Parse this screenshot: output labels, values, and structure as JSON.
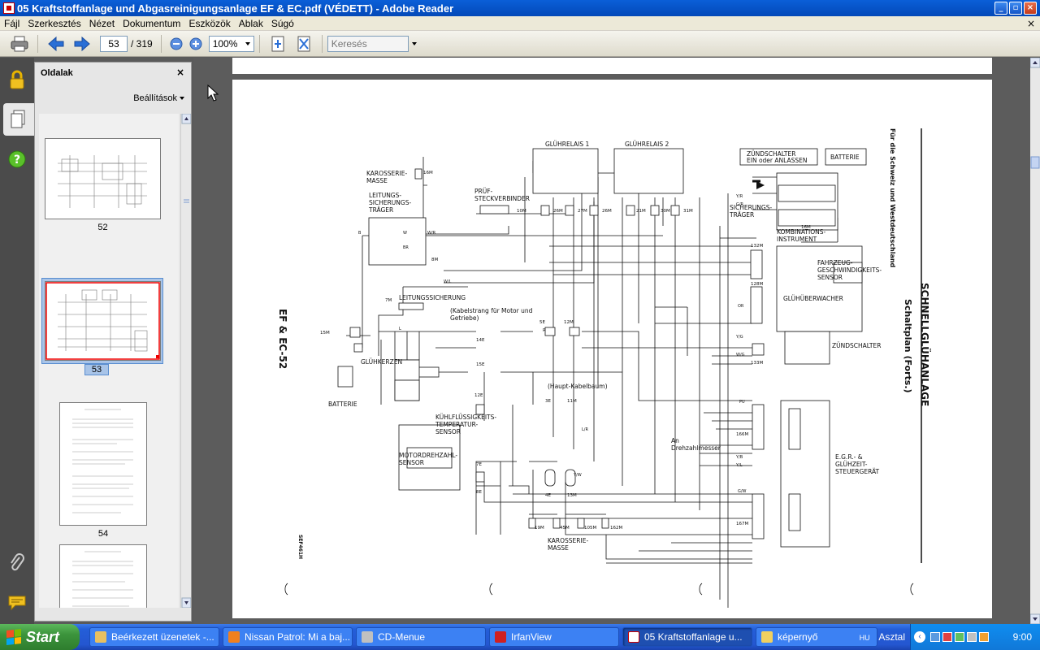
{
  "window": {
    "title": "05 Kraftstoffanlage und Abgasreinigungsanlage EF & EC.pdf (VÉDETT) - Adobe Reader",
    "minimize": "_",
    "restore": "▫",
    "close": "×"
  },
  "menu": {
    "items": [
      "Fájl",
      "Szerkesztés",
      "Nézet",
      "Dokumentum",
      "Eszközök",
      "Ablak",
      "Súgó"
    ],
    "close": "×"
  },
  "toolbar": {
    "current_page": "53",
    "total_pages": "/ 319",
    "zoom": "100%",
    "search_placeholder": "Keresés"
  },
  "pages_panel": {
    "title": "Oldalak",
    "close": "×",
    "settings": "Beállítások",
    "thumbnails": [
      {
        "label": "52",
        "selected": false
      },
      {
        "label": "53",
        "selected": true
      },
      {
        "label": "54",
        "selected": false
      }
    ]
  },
  "diagram": {
    "page_title_1": "SCHNELLGLÜHANLAGE",
    "page_title_2": "Schaltplan (Forts.)",
    "side_note": "Für die Schweiz und Westdeutschland",
    "page_code": "EF & EC-52",
    "ref_code": "SEF461H",
    "labels": {
      "karosseriemasse": [
        "KAROSSERIE-",
        "MASSE"
      ],
      "leitungssicherungstraeger": [
        "LEITUNGS-",
        "SICHERUNGS-",
        "TRÄGER"
      ],
      "pruefsteck": [
        "PRÜF-",
        "STECKVERBINDER"
      ],
      "gluehrelais1": "GLÜHRELAIS 1",
      "gluehrelais2": "GLÜHRELAIS 2",
      "zuendschalter_ein": [
        "ZÜNDSCHALTER",
        "EIN oder ANLASSEN"
      ],
      "batterie_top": "BATTERIE",
      "sicherungstraeger": [
        "SICHERUNGS-",
        "TRÄGER"
      ],
      "kombi": [
        "KOMBINATIONS-",
        "INSTRUMENT"
      ],
      "fahrzeug": [
        "FAHRZEUG-",
        "GESCHWINDIGKEITS-",
        "SENSOR"
      ],
      "glueh_ueberwacher": "GLÜHÜBERWACHER",
      "zuendschalter": "ZÜNDSCHALTER",
      "leitungssicherung": "LEITUNGSSICHERUNG",
      "kabelstrang": [
        "(Kabelstrang für Motor und",
        "Getriebe)"
      ],
      "gluehkerzen": "GLÜHKERZEN",
      "batterie_left": "BATTERIE",
      "haupt": "(Haupt-Kabelbaum)",
      "kuehl": [
        "KÜHLFLÜSSIGKEITS-",
        "TEMPERATUR-",
        "SENSOR"
      ],
      "an_dreh": [
        "An",
        "Drehzahlmesser"
      ],
      "egr": [
        "E.G.R.- &",
        "GLÜHZEIT-",
        "STEUERGERÄT"
      ],
      "motordreh": [
        "MOTORDREHZAHL-",
        "SENSOR"
      ],
      "karosseriemasse2": [
        "KAROSSERIE-",
        "MASSE"
      ]
    },
    "connectors": [
      "16M",
      "8M",
      "10M",
      "26M",
      "27M",
      "26M",
      "21M",
      "30M",
      "31M",
      "16M",
      "132M",
      "128M",
      "133M",
      "7M",
      "15M",
      "14E",
      "15E",
      "5E",
      "12M",
      "12E",
      "3E",
      "11M",
      "7E",
      "8E",
      "4E",
      "13M",
      "19M",
      "45M",
      "105M",
      "162M",
      "166M",
      "167M"
    ],
    "wire_codes": [
      "B",
      "W",
      "W/R",
      "W/L",
      "BR",
      "L",
      "R",
      "Y/R",
      "G/R",
      "OR",
      "Y/G",
      "W/G",
      "PU",
      "Y/B",
      "Y/L",
      "L/R",
      "Y/W",
      "G/W"
    ]
  },
  "taskbar": {
    "start": "Start",
    "tasks": [
      {
        "label": "Beérkezett üzenetek -...",
        "active": false
      },
      {
        "label": "Nissan Patrol: Mi a baj...",
        "active": false
      },
      {
        "label": "CD-Menue",
        "active": false
      },
      {
        "label": "IrfanView",
        "active": false
      },
      {
        "label": "05 Kraftstoffanlage u...",
        "active": true
      },
      {
        "label": "képernyő",
        "active": false
      }
    ],
    "desktop": "Asztal",
    "lang": "HU",
    "time": "9:00"
  },
  "colors": {
    "titlebar": "#0a5fd8",
    "taskbar": "#245ed8",
    "start": "#3c943c"
  }
}
